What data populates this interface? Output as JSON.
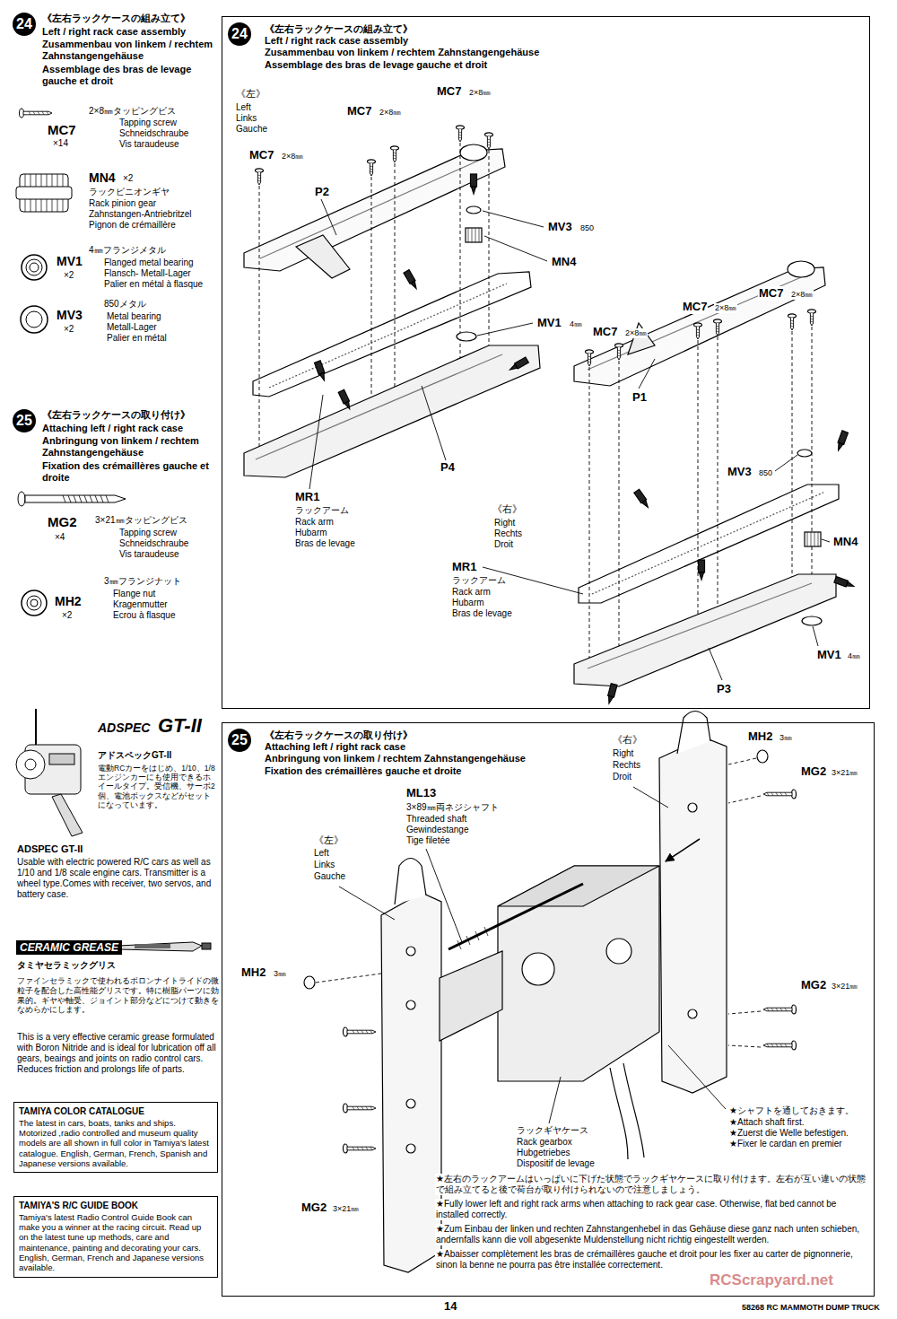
{
  "diagram": {
    "nodes": [
      {
        "text": [
          "24",
          "《左右ラックケースの組み立て》",
          "Left / right rack case assembly",
          "Zusammenbau von linkem / rechtem Zahnstangengehäuse",
          "Assemblage des bras de levage gauche et droit"
        ]
      },
      {
        "text": [
          "25",
          "《左右ラックケースの取り付け》",
          "Attaching left / right rack case",
          "Anbringung von linkem / rechtem Zahnstangengehäuse",
          "Fixation des crémaillères gauche et droite"
        ]
      },
      {
        "text": [
          "TAMIYA COLOR CATALOGUE",
          "The latest in cars, boats, tanks and ships. Motorized ,radio controlled and museum quality models are all shown in full color in Tamiya's latest catalogue. English, German, French, Spanish and Japanese versions available."
        ]
      },
      {
        "text": [
          "TAMIYA'S R/C GUIDE BOOK",
          "Tamiya's latest Radio Control Guide Book can make you a winner at the racing circuit. Read up on the latest tune up methods, care and maintenance, painting and decorating your cars. English, German, French and Japanese versions available."
        ]
      }
    ],
    "labels": [
      "24",
      "《左右ラックケースの組み立て》",
      "Left / right rack case assembly",
      "Zusammenbau von linkem / rechtem Zahnstangengehäuse",
      "Assemblage des bras de levage gauche et droit",
      "MC7",
      "×14",
      "2×8㎜タッピングビス",
      "Tapping screw",
      "Schneidschraube",
      "Vis taraudeuse",
      "MN4",
      "×2",
      "ラックピニオンギヤ",
      "Rack pinion gear",
      "Zahnstangen-Antriebritzel",
      "Pignon de crémaillère",
      "MV1",
      "×2",
      "4㎜フランジメタル",
      "Flanged metal bearing",
      "Flansch- Metall-Lager",
      "Palier en métal à flasque",
      "MV3",
      "×2",
      "850メタル",
      "Metal bearing",
      "Metall-Lager",
      "Palier en métal",
      "25",
      "《左右ラックケースの取り付け》",
      "Attaching left / right rack case",
      "Anbringung von linkem / rechtem Zahnstangengehäuse",
      "Fixation des crémaillères gauche et droite",
      "MG2",
      "×4",
      "3×21㎜タッピングビス",
      "Tapping screw",
      "Schneidschraube",
      "Vis taraudeuse",
      "MH2",
      "×2",
      "3㎜フランジナット",
      "Flange nut",
      "Kragenmutter",
      "Ecrou à flasque",
      "《左》",
      "Left",
      "Links",
      "Gauche",
      "MC7",
      "2×8㎜",
      "MC7",
      "2×8㎜",
      "MC7",
      "2×8㎜",
      "P2",
      "MV3",
      "850",
      "MN4",
      "MV1",
      "4㎜",
      "MC7",
      "2×8㎜",
      "MC7",
      "2×8㎜",
      "MC7",
      "2×8㎜",
      "P1",
      "P4",
      "MR1",
      "ラックアーム",
      "Rack arm",
      "Hubarm",
      "Bras de levage",
      "《右》",
      "Right",
      "Rechts",
      "Droit",
      "MV3",
      "850",
      "MR1",
      "ラックアーム",
      "Rack arm",
      "Hubarm",
      "Bras de levage",
      "MN4",
      "MV1",
      "4㎜",
      "P3",
      "《右》",
      "Right",
      "Rechts",
      "Droit",
      "MH2",
      "3㎜",
      "MG2",
      "3×21㎜",
      "《左》",
      "Left",
      "Links",
      "Gauche",
      "ML13",
      "3×89㎜両ネジシャフト",
      "Threaded shaft",
      "Gewindestange",
      "Tige filetée",
      "MG2",
      "3×21㎜",
      "MH2",
      "3㎜",
      "ラックギヤケース",
      "Rack gearbox",
      "Hubgetriebes",
      "Dispositif de levage",
      "★シャフトを通しておきます。",
      "★Attach shaft first.",
      "★Zuerst die Welle befestigen.",
      "★Fixer le cardan en premier",
      "MG2",
      "3×21㎜",
      "★左右のラックアームはいっぱいに下げた状態でラックギヤケースに取り付けます。左右が互い違いの状態で組み立てると後で荷台が取り付けられないので注意しましょう。",
      "★Fully lower left and right rack arms when attaching to rack gear case. Otherwise, flat bed cannot be installed correctly.",
      "★Zum Einbau der linken und rechten Zahnstangenhebel in das Gehäuse diese ganz nach unten schieben, andernfalls kann die voll abgesenkte Muldenstellung nicht richtig eingestellt werden.",
      "★Abaisser complètement les bras de crémaillères gauche et droit pour les fixer au carter de pignonnerie, sinon la benne ne pourra pas être installée correctement.",
      "RCScrapyard.net",
      "14",
      "58268 RC MAMMOTH DUMP TRUCK",
      "ADSPEC",
      "GT-II",
      "アドスペックGT-II",
      "電動RCカーをはじめ、1/10、1/8エンジンカーにも使用できるホイールタイプ。受信機、サーボ2個、電池ボックスなどがセットになっています。",
      "ADSPEC GT-II",
      "Usable with electric powered R/C cars as well as 1/10 and 1/8 scale engine cars. Transmitter is a wheel type.Comes with receiver, two servos, and battery case.",
      "CERAMIC GREASE",
      "タミヤセラミックグリス",
      "ファインセラミックで使われるボロンナイトライドの微粒子を配合した高性能グリスです。特に樹脂パーツに効果的。ギヤや軸受、ジョイント部分などにつけて動きをなめらかにします。",
      "This is a very effective ceramic grease formulated with Boron Nitride and is ideal for lubrication off all gears, beaings and joints on radio control cars. Reduces friction and prolongs life of parts."
    ]
  }
}
